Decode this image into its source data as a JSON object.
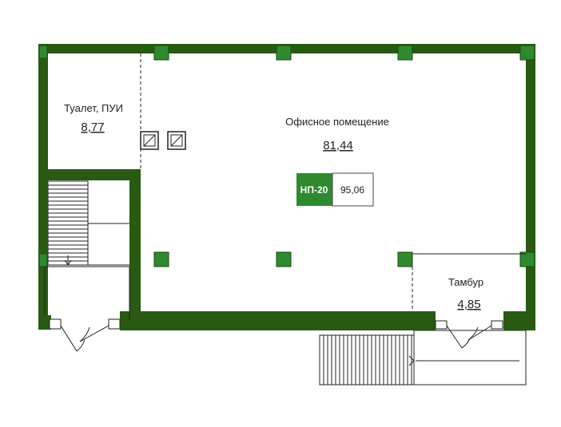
{
  "colors": {
    "wall": "#285a12",
    "column": "#2f8a2f",
    "badge": "#2f8a2f",
    "line": "#222222"
  },
  "rooms": [
    {
      "name": "Туалет, ПУИ",
      "area": "8,77"
    },
    {
      "name": "Офисное помещение",
      "area": "81,44"
    },
    {
      "name": "Тамбур",
      "area": "4,85"
    }
  ],
  "unit": {
    "code": "НП-20",
    "area": "95,06"
  },
  "icons": [
    "ventilation-shaft-icon",
    "ventilation-shaft-icon"
  ]
}
